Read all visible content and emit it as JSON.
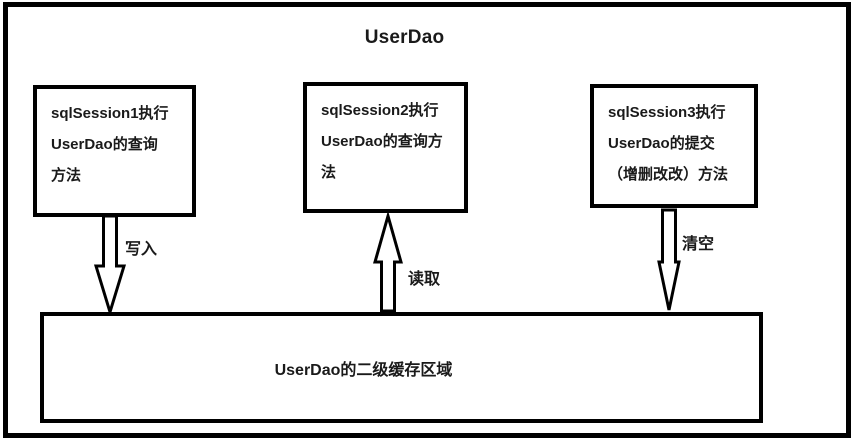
{
  "diagram": {
    "title": "UserDao",
    "session_boxes": [
      {
        "id": "sqlSession1",
        "lines": [
          "sqlSession1执行",
          "UserDao的查询",
          "方法"
        ]
      },
      {
        "id": "sqlSession2",
        "lines": [
          "sqlSession2执行",
          "UserDao的查询方",
          "法"
        ]
      },
      {
        "id": "sqlSession3",
        "lines": [
          "sqlSession3执行",
          "UserDao的提交",
          "（增删改改）方法"
        ]
      }
    ],
    "arrows": [
      {
        "id": "write",
        "label": "写入",
        "direction": "down",
        "from": "sqlSession1",
        "to": "cache"
      },
      {
        "id": "read",
        "label": "读取",
        "direction": "up",
        "from": "cache",
        "to": "sqlSession2"
      },
      {
        "id": "clear",
        "label": "清空",
        "direction": "down",
        "from": "sqlSession3",
        "to": "cache"
      }
    ],
    "cache_region": {
      "label": "UserDao的二级缓存区域"
    },
    "colors": {
      "stroke": "#000000",
      "background": "#ffffff",
      "text": "#1a1a1a"
    }
  }
}
